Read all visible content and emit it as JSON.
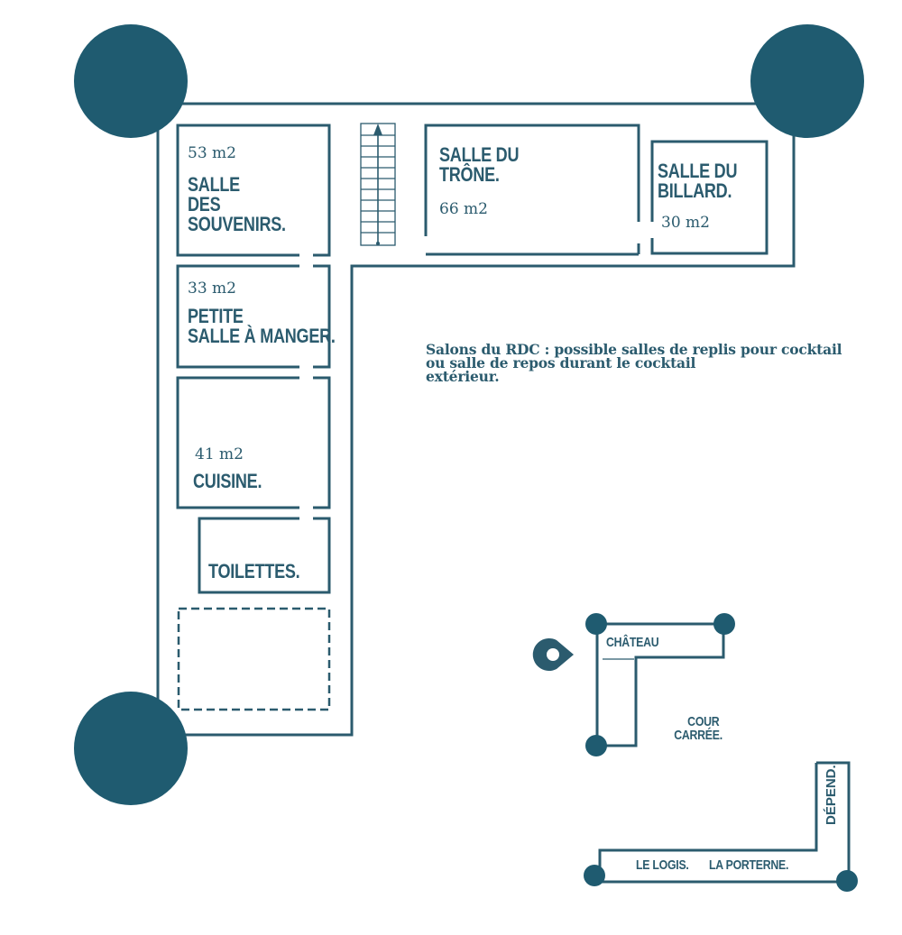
{
  "rooms": {
    "souvenirs": {
      "area": "53 m2",
      "name_lines": [
        "SALLE",
        "DES",
        "SOUVENIRS."
      ]
    },
    "petite_salle": {
      "area": "33 m2",
      "name_lines": [
        "PETITE",
        "SALLE À MANGER."
      ]
    },
    "cuisine": {
      "area": "41 m2",
      "name": "CUISINE."
    },
    "toilettes": {
      "name": "TOILETTES."
    },
    "trone": {
      "area": "66 m2",
      "name_lines": [
        "SALLE DU",
        "TRÔNE."
      ]
    },
    "billard": {
      "area": "30 m2",
      "name_lines": [
        "SALLE DU",
        "BILLARD."
      ]
    }
  },
  "note": {
    "lines": [
      "Salons du RDC : possible salles de replis pour cocktail",
      "ou salle de repos durant le cocktail",
      "extérieur."
    ]
  },
  "locator_map": {
    "chateau": "CHÂTEAU",
    "cour_lines": [
      "COUR",
      "CARRÉE."
    ],
    "depend": "DÉPEND.",
    "logis": "LE LOGIS.",
    "porterne": "LA PORTERNE."
  },
  "colors": {
    "primary": "#2b5b6e",
    "tower": "#1f5b70"
  },
  "icons": {
    "locator": "map-pin-icon",
    "stairs": "staircase-icon"
  }
}
